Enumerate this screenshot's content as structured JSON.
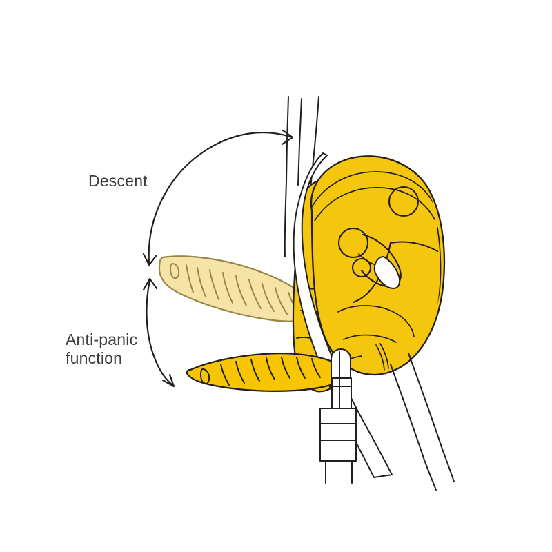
{
  "figure": {
    "kind": "technical-illustration",
    "subject": "self-braking rope descender handle travel",
    "background_color": "#ffffff"
  },
  "labels": {
    "descent": "Descent",
    "anti_panic_line1": "Anti-panic",
    "anti_panic_line2": "function"
  },
  "annotations": {
    "descent_arc": {
      "name": "descent-travel-arc",
      "arrowheads": "both-ends",
      "start_arrow_direction": "down",
      "end_arrow_direction": "right"
    },
    "anti_panic_arc": {
      "name": "anti-panic-travel-arc",
      "arrowheads": "both-ends",
      "start_arrow_direction": "up",
      "end_arrow_direction": "down-right"
    }
  },
  "colors": {
    "device_yellow": "#F4C60D",
    "handle_yellow": "#F7C600",
    "ghost_handle_yellow": "#F6E3A8",
    "ink": "#231f20",
    "text": "#3b3b3d",
    "rope_white": "#ffffff",
    "metal_white": "#ffffff"
  },
  "parts": [
    {
      "name": "rope-strand-load",
      "description": "load strand of rope entering top of device",
      "color": "#ffffff"
    },
    {
      "name": "rope-strand-brake",
      "description": "brake strand of rope exiting device",
      "color": "#ffffff"
    },
    {
      "name": "device-body",
      "description": "yellow descender side plate",
      "color": "#F4C60D"
    },
    {
      "name": "device-cam",
      "description": "internal camming mechanism",
      "color": "#F4C60D"
    },
    {
      "name": "handle-raised",
      "description": "handle shown ghosted in raised descent position",
      "color": "#F6E3A8"
    },
    {
      "name": "handle-lowered",
      "description": "handle shown solid in lowered anti-panic position",
      "color": "#F7C600"
    },
    {
      "name": "locking-carabiner",
      "description": "screw-lock connector at attachment hole",
      "color": "#ffffff"
    }
  ]
}
